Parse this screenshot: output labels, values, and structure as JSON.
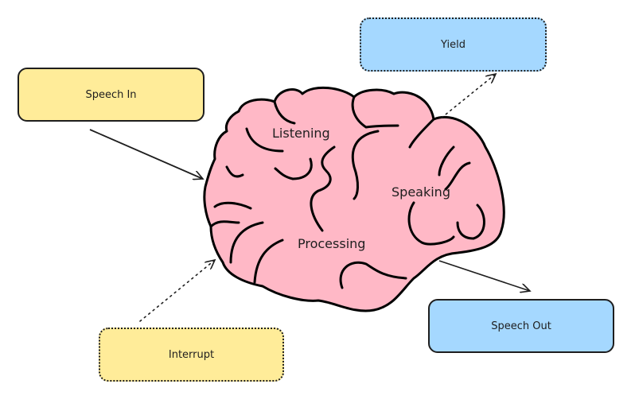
{
  "diagram": {
    "nodes": {
      "speech_in": {
        "label": "Speech In",
        "fill": "#ffec99",
        "border": "solid"
      },
      "yield": {
        "label": "Yield",
        "fill": "#a5d8ff",
        "border": "dotted"
      },
      "speech_out": {
        "label": "Speech Out",
        "fill": "#a5d8ff",
        "border": "solid"
      },
      "interrupt": {
        "label": "Interrupt",
        "fill": "#ffec99",
        "border": "dotted"
      }
    },
    "brain": {
      "fill": "#ffb8c6",
      "regions": [
        "Listening",
        "Speaking",
        "Processing"
      ]
    },
    "edges": [
      {
        "from": "Speech In",
        "to": "Brain",
        "style": "solid"
      },
      {
        "from": "Brain",
        "to": "Yield",
        "style": "dotted"
      },
      {
        "from": "Brain",
        "to": "Speech Out",
        "style": "solid"
      },
      {
        "from": "Interrupt",
        "to": "Brain",
        "style": "dotted"
      }
    ]
  }
}
